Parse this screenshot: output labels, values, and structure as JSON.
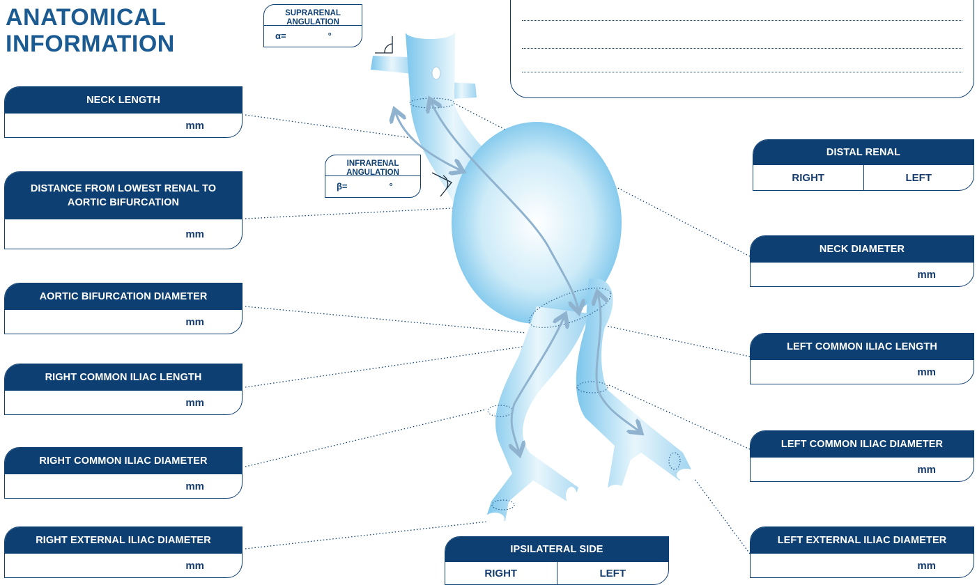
{
  "title": {
    "line1": "ANATOMICAL",
    "line2": "INFORMATION"
  },
  "unit": "mm",
  "colors": {
    "navy": "#0d3f72",
    "title_blue": "#1c5b91",
    "vessel_light": "#e6f4fb",
    "vessel_dark": "#59b6e6",
    "arrow": "#8fb2cf"
  },
  "left_boxes": [
    {
      "label": "NECK LENGTH",
      "unit": "mm"
    },
    {
      "label": "DISTANCE FROM LOWEST RENAL TO AORTIC BIFURCATION",
      "unit": "mm"
    },
    {
      "label": "AORTIC BIFURCATION DIAMETER",
      "unit": "mm"
    },
    {
      "label": "RIGHT COMMON ILIAC LENGTH",
      "unit": "mm"
    },
    {
      "label": "RIGHT COMMON ILIAC DIAMETER",
      "unit": "mm"
    },
    {
      "label": "RIGHT EXTERNAL ILIAC DIAMETER",
      "unit": "mm"
    }
  ],
  "right_boxes": {
    "distal_renal": {
      "label": "DISTAL RENAL",
      "right": "RIGHT",
      "left": "LEFT"
    },
    "neck_diameter": {
      "label": "NECK DIAMETER",
      "unit": "mm"
    },
    "left_common_iliac_length": {
      "label": "LEFT COMMON ILIAC LENGTH",
      "unit": "mm"
    },
    "left_common_iliac_diameter": {
      "label": "LEFT COMMON ILIAC DIAMETER",
      "unit": "mm"
    },
    "left_external_iliac_diameter": {
      "label": "LEFT EXTERNAL ILIAC DIAMETER",
      "unit": "mm"
    }
  },
  "ipsilateral": {
    "label": "IPSILATERAL SIDE",
    "right": "RIGHT",
    "left": "LEFT"
  },
  "suprarenal": {
    "label_line1": "SUPRARENAL",
    "label_line2": "ANGULATION",
    "symbol": "α=",
    "unit": "°"
  },
  "infrarenal": {
    "label_line1": "INFRARENAL",
    "label_line2": "ANGULATION",
    "symbol": "β=",
    "unit": "°"
  },
  "icons": {
    "angle": "angle-icon"
  }
}
